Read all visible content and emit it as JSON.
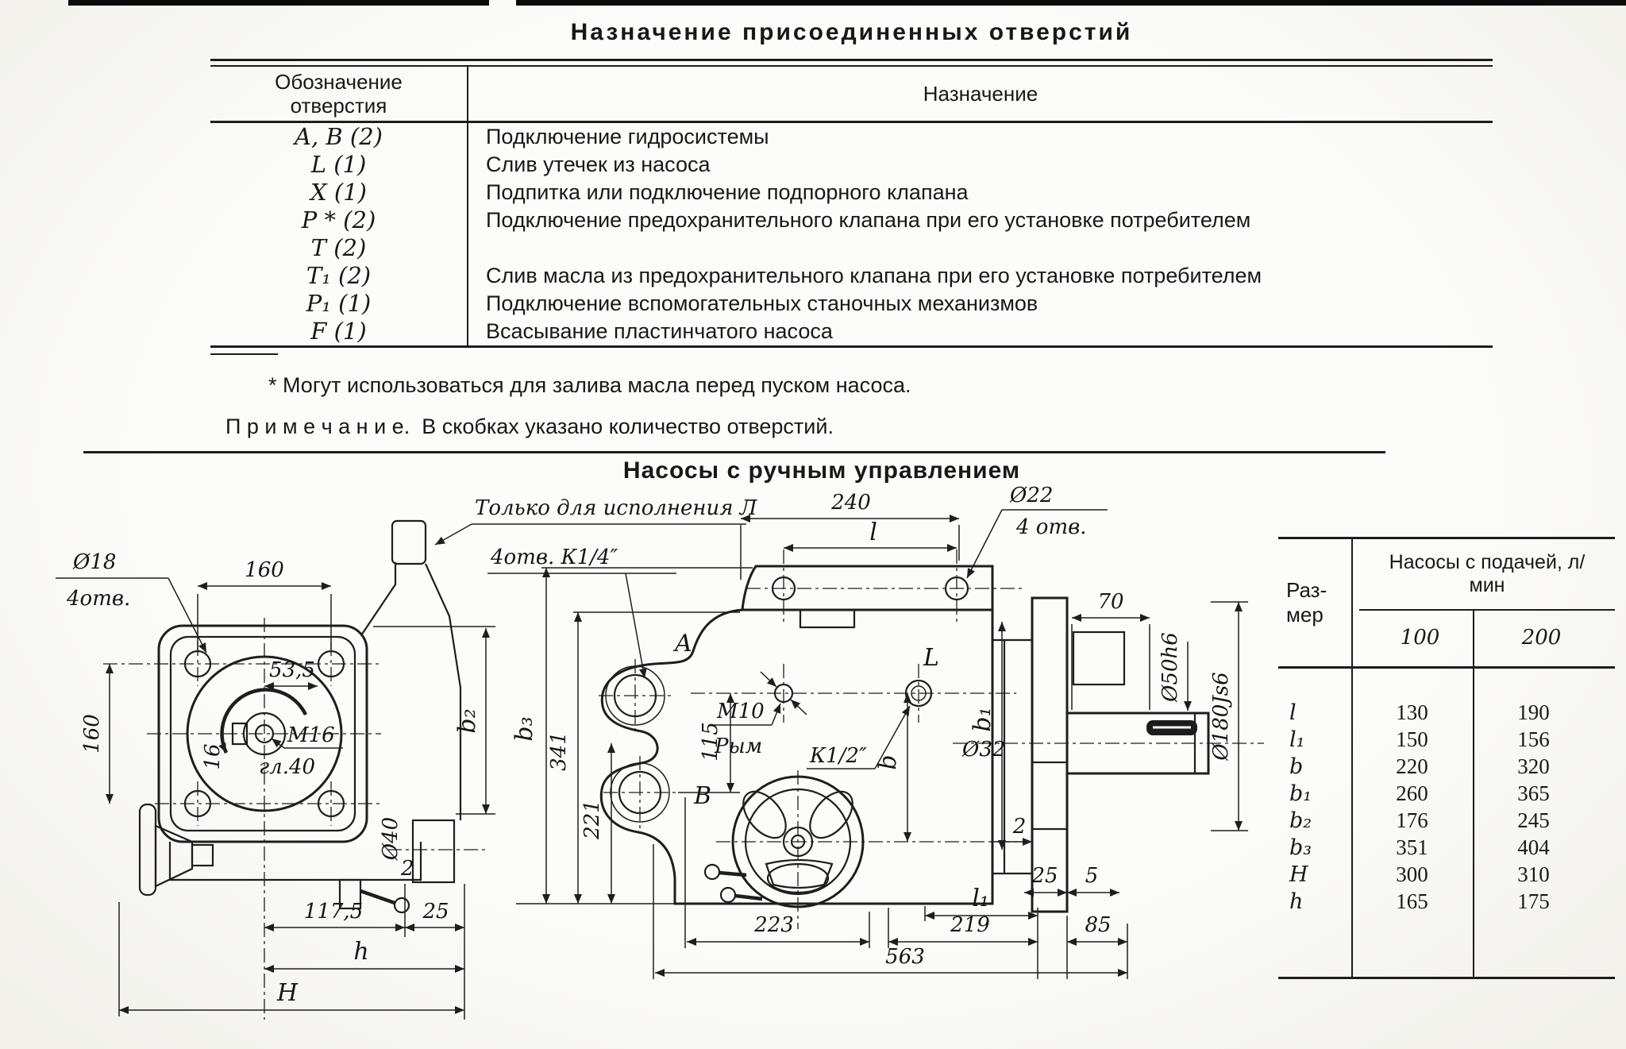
{
  "top_table": {
    "title": "Назначение присоединенных отверстий",
    "col1_header": "Обозначение отверстия",
    "col2_header": "Назначение",
    "rows": [
      {
        "d": "A, B (2)",
        "p": "Подключение гидросистемы"
      },
      {
        "d": "L (1)",
        "p": "Слив утечек из насоса"
      },
      {
        "d": "X (1)",
        "p": "Подпитка или подключение подпорного клапана"
      },
      {
        "d": "P * (2)",
        "p": "Подключение предохранительного клапана при его установке потребителем"
      },
      {
        "d": "T (2)",
        "p": ""
      },
      {
        "d": "T₁ (2)",
        "p": "Слив масла из предохранительного клапана при его установке потребителем"
      },
      {
        "d": "P₁ (1)",
        "p": "Подключение вспомогательных станочных механизмов"
      },
      {
        "d": "F (1)",
        "p": "Всасывание пластинчатого насоса"
      }
    ],
    "footnote": "* Могут использоваться для залива масла перед пуском насоса.",
    "note_label": "П р и м е ч а н и е.",
    "note_text": "В скобках указано количество отверстий."
  },
  "section_title": "Насосы с ручным управлением",
  "size_table": {
    "corner_line1": "Раз-",
    "corner_line2": "мер",
    "group_header": "Насосы с подачей, л/мин",
    "col_100": "100",
    "col_200": "200",
    "rows": [
      {
        "name": "l",
        "v100": "130",
        "v200": "190"
      },
      {
        "name": "l₁",
        "v100": "150",
        "v200": "156"
      },
      {
        "name": "b",
        "v100": "220",
        "v200": "320"
      },
      {
        "name": "b₁",
        "v100": "260",
        "v200": "365"
      },
      {
        "name": "b₂",
        "v100": "176",
        "v200": "245"
      },
      {
        "name": "b₃",
        "v100": "351",
        "v200": "404"
      },
      {
        "name": "H",
        "v100": "300",
        "v200": "310"
      },
      {
        "name": "h",
        "v100": "165",
        "v200": "175"
      }
    ]
  },
  "drawing": {
    "labels": {
      "d18": "Ø18",
      "d18n": "4отв.",
      "t160": "160",
      "l160": "160",
      "d53": "53,5",
      "k16": "16",
      "m16": "M16",
      "gl40": "гл.40",
      "d40": "Ø40",
      "n2a": "2",
      "d117": "117,5",
      "n25a": "25",
      "h": "h",
      "bigH": "H",
      "b2": "b₂",
      "only_l": "Только для исполнения Л",
      "otv4": "4отв. К1/4″",
      "n240": "240",
      "l": "l",
      "d22": "Ø22",
      "d22n": "4 отв.",
      "n70": "70",
      "d50": "Ø50h6",
      "d180": "Ø180Js6",
      "A": "A",
      "B": "B",
      "L": "L",
      "m10": "M10",
      "rym": "Рым",
      "k12": "К1/2″",
      "n115": "115",
      "n341": "341",
      "n221": "221",
      "b3": "b₃",
      "b": "b",
      "b1": "b₁",
      "d32": "Ø32",
      "n2b": "2",
      "n25b": "25",
      "n5": "5",
      "l1": "l₁",
      "n219": "219",
      "n85": "85",
      "n223": "223",
      "n563": "563"
    }
  }
}
